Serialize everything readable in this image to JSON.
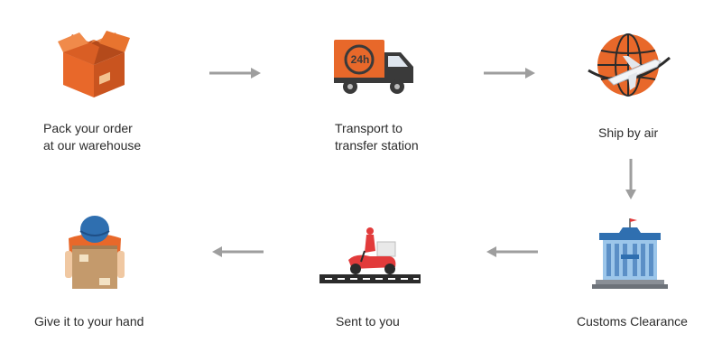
{
  "steps": [
    {
      "id": "pack",
      "lines": [
        "Pack your order",
        "at our warehouse"
      ],
      "icon": "package-box-icon"
    },
    {
      "id": "transport",
      "lines": [
        "Transport to",
        "transfer station"
      ],
      "icon": "delivery-truck-icon",
      "truck_badge": "24h"
    },
    {
      "id": "air",
      "lines": [
        "Ship by air"
      ],
      "icon": "airplane-globe-icon"
    },
    {
      "id": "customs",
      "lines": [
        "Customs Clearance"
      ],
      "icon": "customs-building-icon"
    },
    {
      "id": "sent",
      "lines": [
        "Sent to you"
      ],
      "icon": "delivery-scooter-icon"
    },
    {
      "id": "hand",
      "lines": [
        "Give it to your hand"
      ],
      "icon": "courier-with-package-icon"
    }
  ],
  "colors": {
    "orange": "#e8682a",
    "dark": "#3a3a3a",
    "arrow": "#9e9e9e",
    "blue": "#2f6fb0"
  }
}
